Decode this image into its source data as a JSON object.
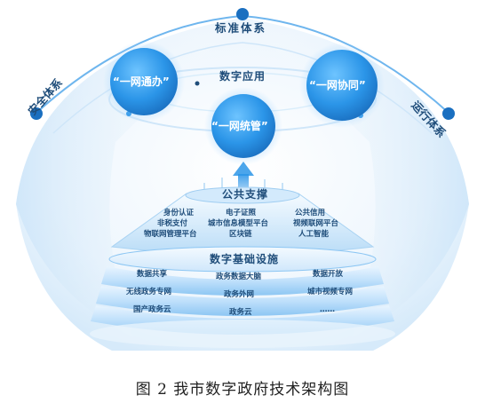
{
  "frame": {
    "top": "标准体系",
    "left": "安全体系",
    "right": "运行体系"
  },
  "application": {
    "title": "数字应用",
    "bubble_left": "“一网通办”",
    "bubble_right": "“一网协同”",
    "bubble_center": "“一网统管”"
  },
  "public_support": {
    "title": "公共支撑",
    "items": [
      "身份认证",
      "电子证照",
      "公共信用",
      "非税支付",
      "城市信息模型平台",
      "视频联网平台",
      "物联网管理平台",
      "区块链",
      "人工智能"
    ]
  },
  "infrastructure": {
    "title": "数字基础设施",
    "rows": [
      [
        "数据共享",
        "政务数据大脑",
        "数据开放"
      ],
      [
        "无线政务专网",
        "政务外网",
        "城市视频专网"
      ],
      [
        "国产政务云",
        "政务云",
        "……"
      ]
    ]
  },
  "caption": "图 2 我市数字政府技术架构图",
  "colors": {
    "accent": "#1e8fe0",
    "dark_text": "#1f4d7a",
    "frame_dot": "#1a6fc0",
    "bubble": "#2b95e8"
  }
}
